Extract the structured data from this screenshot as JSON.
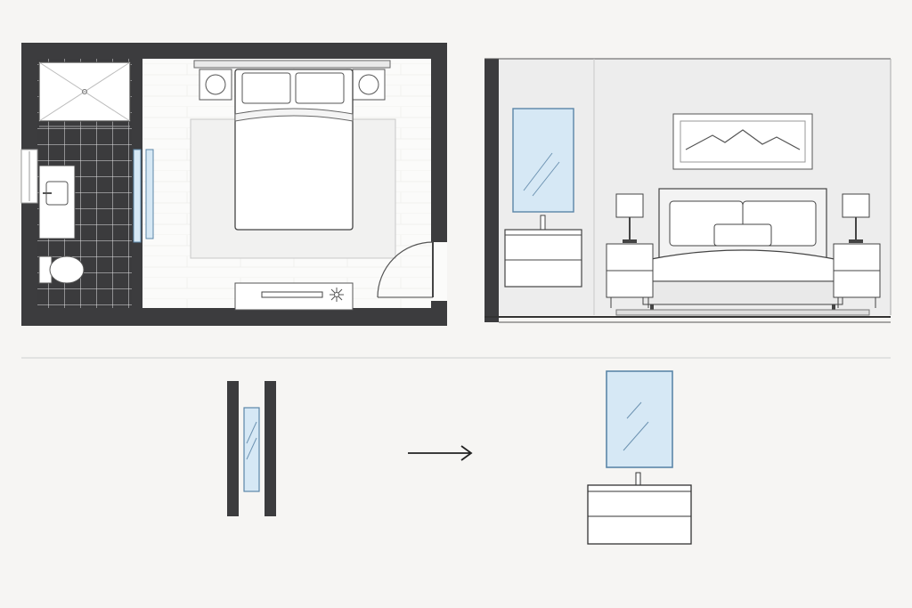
{
  "colors": {
    "background": "#f6f5f3",
    "wall": "#3c3c3e",
    "line": "#4a4a4a",
    "light_line": "#bdbdbd",
    "floor": "#fbfbfa",
    "rug": "#f1f1f0",
    "glass": "#d6e8f5",
    "glass_stroke": "#5b86a8",
    "elevation_wall": "#ededed",
    "divider": "#cfcfcf"
  },
  "views": {
    "plan": "floor-plan",
    "elevation": "interior-elevation",
    "detail_plan": "partition-detail-plan",
    "detail_elevation": "mirror-vanity-elevation"
  },
  "icons": {
    "flow": "arrow-right-icon",
    "plant": "plant-icon",
    "mountains": "mountain-artwork-icon"
  }
}
